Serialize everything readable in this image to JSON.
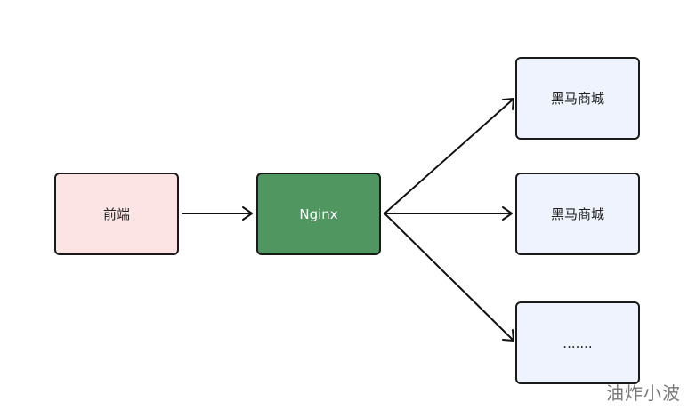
{
  "nodes": {
    "frontend": {
      "label": "前端"
    },
    "nginx": {
      "label": "Nginx"
    },
    "server_1": {
      "label": "黑马商城"
    },
    "server_2": {
      "label": "黑马商城"
    },
    "server_3": {
      "label": "......."
    }
  },
  "watermark": "油炸小波",
  "colors": {
    "frontend_fill": "#fde4e4",
    "nginx_fill": "#4f9660",
    "server_fill": "#eef3fd",
    "stroke": "#1a1a1a"
  }
}
